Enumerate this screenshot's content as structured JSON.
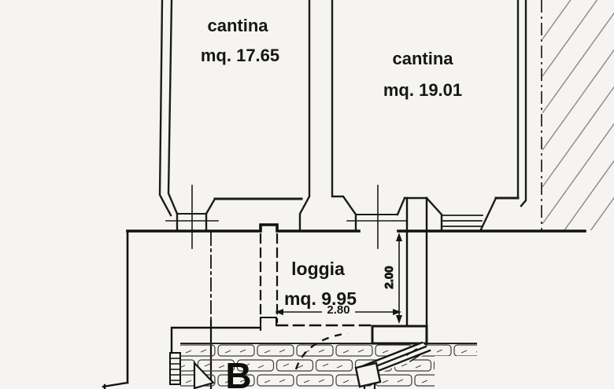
{
  "rooms": [
    {
      "name": "cantina",
      "area": "mq. 17.65"
    },
    {
      "name": "cantina",
      "area": "mq. 19.01"
    },
    {
      "name": "loggia",
      "area": "mq. 9.95"
    }
  ],
  "dimensions": {
    "width": "2.80",
    "height": "2.00"
  },
  "section_label": "B",
  "colors": {
    "paper": "#f5f4f1",
    "ink": "#1b1b1b",
    "hatch": "#8a8a8a"
  }
}
